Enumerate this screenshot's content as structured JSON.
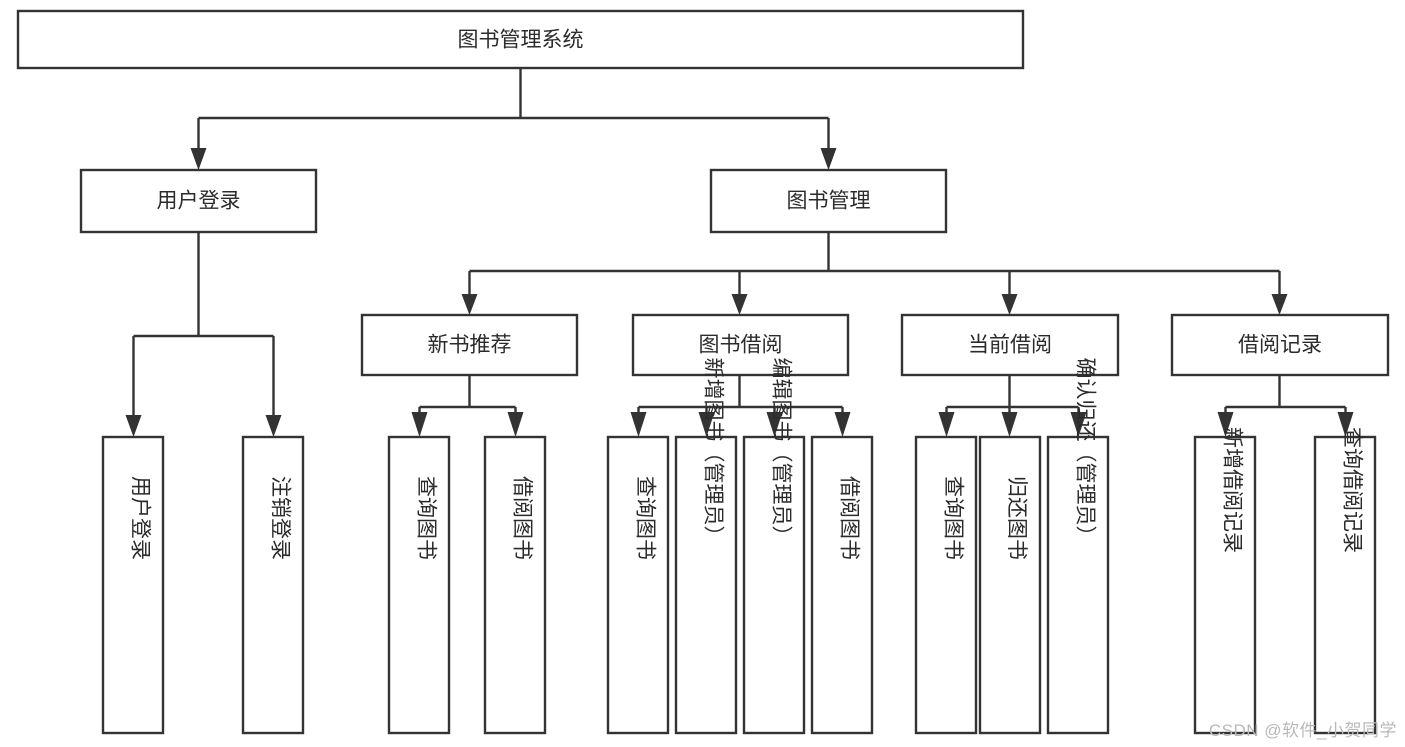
{
  "diagram": {
    "type": "tree",
    "title": "图书管理系统",
    "watermark": "CSDN @软件_小贺同学",
    "colors": {
      "stroke": "#333333",
      "fill": "#ffffff",
      "text": "#2b2b2b",
      "watermark": "#b9b9b9"
    },
    "nodes": {
      "root": {
        "label": "图书管理系统"
      },
      "level2": [
        {
          "label": "用户登录"
        },
        {
          "label": "图书管理"
        }
      ],
      "level3": [
        {
          "label": "新书推荐"
        },
        {
          "label": "图书借阅"
        },
        {
          "label": "当前借阅"
        },
        {
          "label": "借阅记录"
        }
      ],
      "leaves": {
        "user_login": [
          {
            "label": "用户登录"
          },
          {
            "label": "注销登录"
          }
        ],
        "new_book_recommend": [
          {
            "label": "查询图书"
          },
          {
            "label": "借阅图书"
          }
        ],
        "book_borrow": [
          {
            "label": "查询图书"
          },
          {
            "label": "新增图书（管理员）"
          },
          {
            "label": "编辑图书（管理员）"
          },
          {
            "label": "借阅图书"
          }
        ],
        "current_borrow": [
          {
            "label": "查询图书"
          },
          {
            "label": "归还图书"
          },
          {
            "label": "确认归还（管理员）"
          }
        ],
        "borrow_record": [
          {
            "label": "新增借阅记录"
          },
          {
            "label": "查询借阅记录"
          }
        ]
      }
    }
  }
}
